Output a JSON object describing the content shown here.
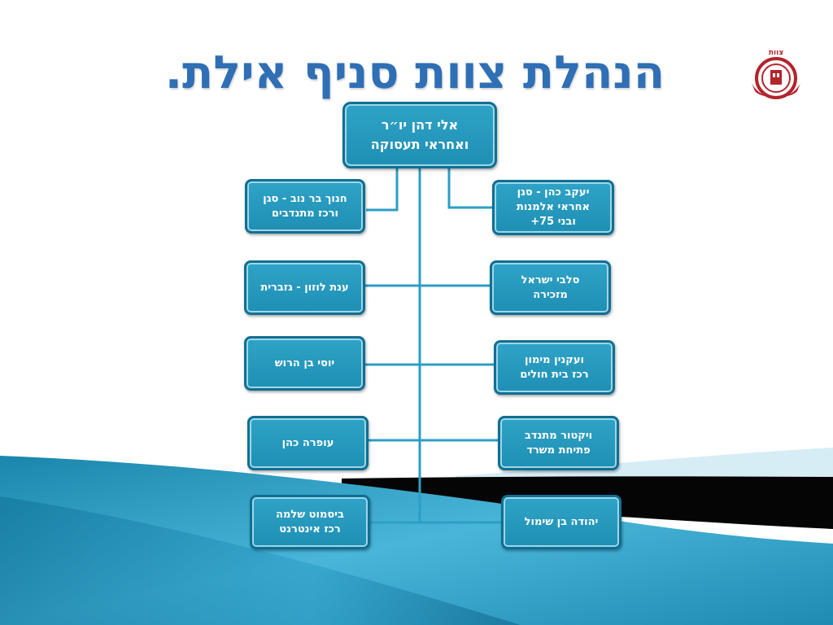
{
  "title": "הנהלת צוות סניף אילת.",
  "logo": {
    "text": "צוות",
    "icon": "tzevet-emblem-icon",
    "color": "#b3242b"
  },
  "colors": {
    "box_fill": "#2398bd",
    "box_border": "#0f6f93",
    "connector": "#2d9ec4",
    "title": "#2f6fb5"
  },
  "chairman": {
    "line1": "אלי דהן יו״ר",
    "line2": "ואחראי תעסוקה"
  },
  "right_column": [
    {
      "lines": [
        "יעקב כהן - סגן",
        "אחראי אלמנות",
        "ובני 75+"
      ]
    },
    {
      "lines": [
        "סלבי ישראל",
        "מזכירה"
      ]
    },
    {
      "lines": [
        "ועקנין מימון",
        "רכז בית חולים"
      ]
    },
    {
      "lines": [
        "ויקטור מתנדב",
        "פתיחת משרד"
      ]
    },
    {
      "lines": [
        "יהודה בן שימול"
      ]
    }
  ],
  "left_column": [
    {
      "lines": [
        "חנוך בר נוב - סגן",
        "ורכז מתנדבים"
      ]
    },
    {
      "lines": [
        "ענת לוזון - גזברית"
      ]
    },
    {
      "lines": [
        "יוסי בן הרוש"
      ]
    },
    {
      "lines": [
        "עופרה כהן"
      ]
    },
    {
      "lines": [
        "ביסמוט שלמה",
        "רכז אינטרנט"
      ]
    }
  ]
}
